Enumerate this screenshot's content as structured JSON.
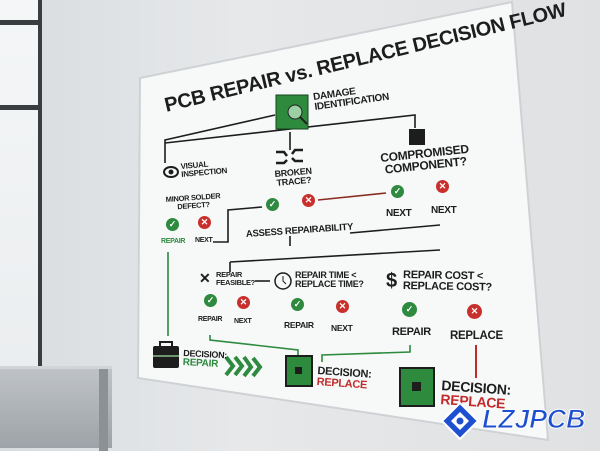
{
  "poster": {
    "title": "PCB REPAIR vs. REPLACE DECISION FLOW",
    "start": {
      "label_line1": "DAMAGE",
      "label_line2": "IDENTIFICATION",
      "icon": "pcb-magnifier-icon"
    },
    "branches": {
      "visual": {
        "line1": "VISUAL",
        "line2": "INSPECTION",
        "question_line1": "MINOR SOLDER",
        "question_line2": "DEFECT?",
        "yes": "REPAIR",
        "no": "NEXT"
      },
      "trace": {
        "line1": "BROKEN",
        "line2": "TRACE?"
      },
      "component": {
        "line1": "COMPROMISED",
        "line2": "COMPONENT?",
        "yes": "NEXT",
        "no": "NEXT"
      }
    },
    "assess": "ASSESS REPAIRABILITY",
    "checks": [
      {
        "line1": "REPAIR",
        "line2": "FEASIBLE?",
        "yes": "REPAIR",
        "no": "NEXT",
        "icon": "wrench-screwdriver-icon"
      },
      {
        "line1": "REPAIR TIME <",
        "line2": "REPLACE TIME?",
        "yes": "REPAIR",
        "no": "NEXT",
        "icon": "clock-icon"
      },
      {
        "line1": "REPAIR COST <",
        "line2": "REPLACE COST?",
        "yes": "REPAIR",
        "no": "REPLACE",
        "icon": "dollar-icon"
      }
    ],
    "decisions": [
      {
        "label": "DECISION:",
        "value": "REPAIR"
      },
      {
        "label": "DECISION:",
        "value": "REPLACE"
      },
      {
        "label": "DECISION:",
        "value": "REPLACE"
      }
    ]
  },
  "watermark": "LZJPCB",
  "colors": {
    "green": "#2d8a3e",
    "red": "#c22a2a",
    "logo_blue": "#1f4fd1"
  }
}
